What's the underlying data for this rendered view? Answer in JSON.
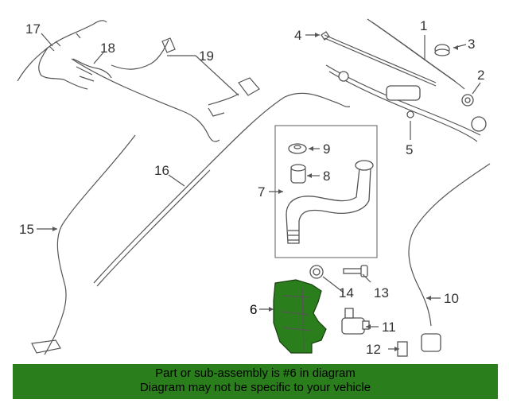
{
  "callouts": {
    "c1": "1",
    "c2": "2",
    "c3": "3",
    "c4": "4",
    "c5": "5",
    "c6": "6",
    "c7": "7",
    "c8": "8",
    "c9": "9",
    "c10": "10",
    "c11": "11",
    "c12": "12",
    "c13": "13",
    "c14": "14",
    "c15": "15",
    "c16": "16",
    "c17": "17",
    "c18": "18",
    "c19": "19"
  },
  "banner": {
    "line1": "Part or sub-assembly is #6 in diagram",
    "line2": "Diagram may not be specific to your vehicle"
  },
  "colors": {
    "banner_bg": "#2a7f1c",
    "highlight_part": "#2a7f1c"
  }
}
